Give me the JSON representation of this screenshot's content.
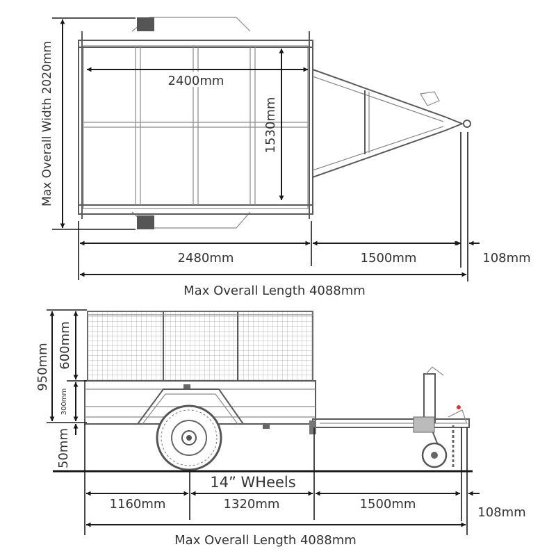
{
  "top_view": {
    "bed_length": "2400mm",
    "bed_width": "1530mm",
    "overall_width": "Max Overall Width 2020mm",
    "body_length": "2480mm",
    "drawbar_length": "1500mm",
    "coupling_length": "108mm",
    "overall_length": "Max Overall Length 4088mm"
  },
  "side_view": {
    "total_height": "950mm",
    "cage_height": "600mm",
    "body_height": "300mm",
    "ground_clearance": "50mm",
    "wheels_label": "14” WHeels",
    "front_overhang": "1160mm",
    "axle_to_front": "1320mm",
    "drawbar_length": "1500mm",
    "coupling_length": "108mm",
    "overall_length": "Max Overall Length 4088mm"
  },
  "colors": {
    "line": "#1a1a1a",
    "frame": "#5a5a5a",
    "text": "#333333",
    "tyre": "#555555"
  }
}
